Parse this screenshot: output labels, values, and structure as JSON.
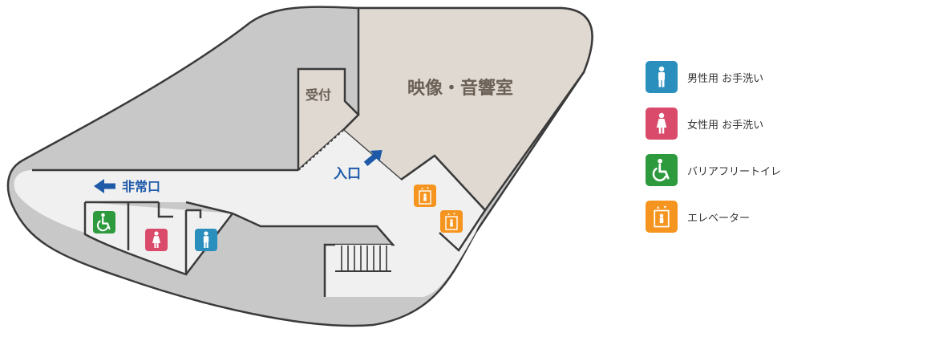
{
  "colors": {
    "map_gray": "#c8c8c8",
    "room_beige": "#e0d9d2",
    "corridor": "#f0f0f0",
    "wall": "#3a3a3a",
    "label_brown": "#6b6055",
    "sign_blue": "#1e5aa8",
    "toilet_male": "#2a8fbd",
    "toilet_female": "#d94a6b",
    "accessible": "#2e9a3e",
    "elevator": "#f5941e"
  },
  "map": {
    "av_room_label": "映像・音響室",
    "reception_label": "受付",
    "entrance_label": "入口",
    "emergency_exit_label": "非常口"
  },
  "legend": {
    "items": [
      {
        "label": "男性用 お手洗い",
        "icon": "male-toilet-icon",
        "color": "#2a8fbd"
      },
      {
        "label": "女性用 お手洗い",
        "icon": "female-toilet-icon",
        "color": "#d94a6b"
      },
      {
        "label": "バリアフリートイレ",
        "icon": "accessible-toilet-icon",
        "color": "#2e9a3e"
      },
      {
        "label": "エレベーター",
        "icon": "elevator-icon",
        "color": "#f5941e"
      }
    ]
  }
}
